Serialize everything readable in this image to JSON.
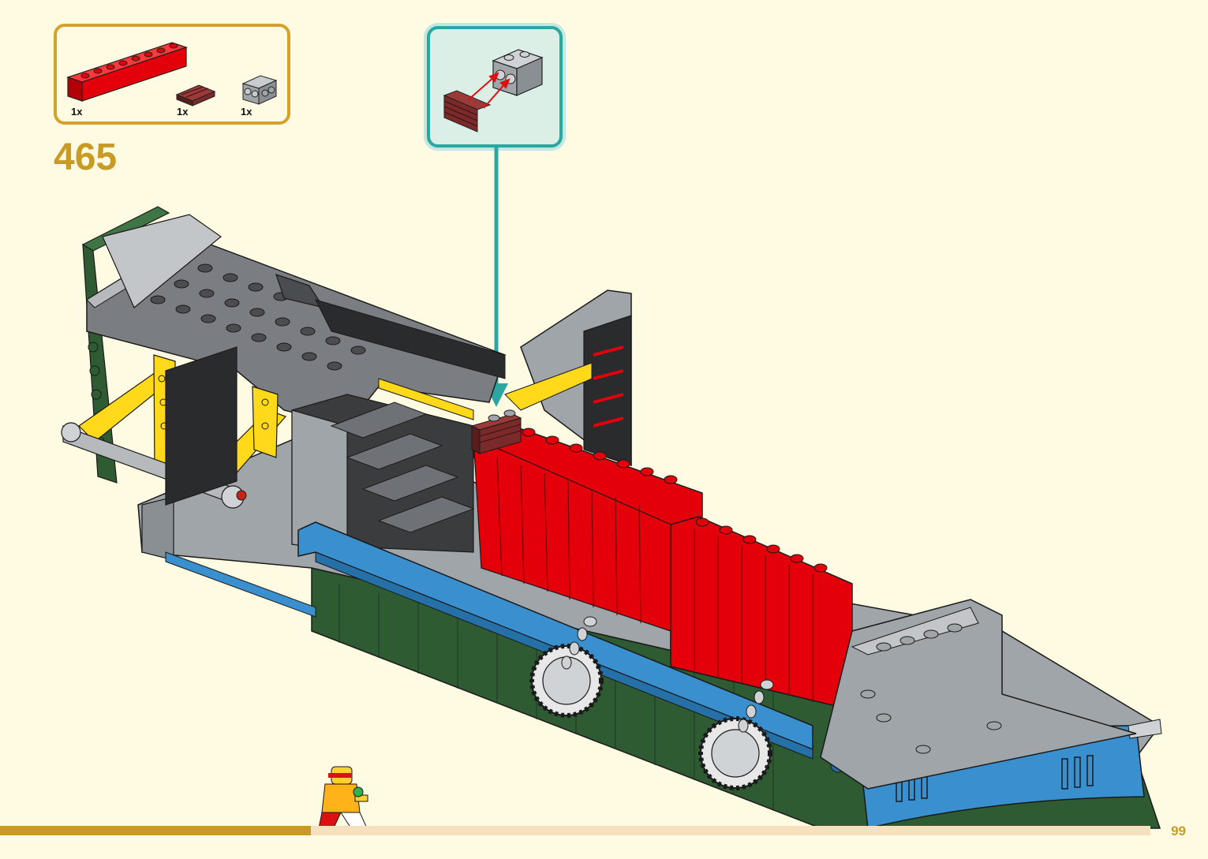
{
  "parts_list": {
    "items": [
      {
        "quantity": "1x",
        "part": "red-brick-1x8-icon",
        "color": "#e3000b"
      },
      {
        "quantity": "1x",
        "part": "dark-red-grille-plate-icon",
        "color": "#7b2a2a"
      },
      {
        "quantity": "1x",
        "part": "grey-brick-studs-on-side-icon",
        "color": "#a0a5a9"
      }
    ]
  },
  "step": {
    "number": "465"
  },
  "page": {
    "number": "99",
    "progress": 0.27
  },
  "colors": {
    "accent": "#c99a24",
    "callout_border": "#2ba6a0",
    "background": "#fffbe3",
    "red": "#e3000b",
    "blue": "#3a8fcf",
    "dark_green": "#2f5b33",
    "yellow": "#ffd91a",
    "grey": "#a0a5a9",
    "dark_grey": "#4a4d50"
  }
}
